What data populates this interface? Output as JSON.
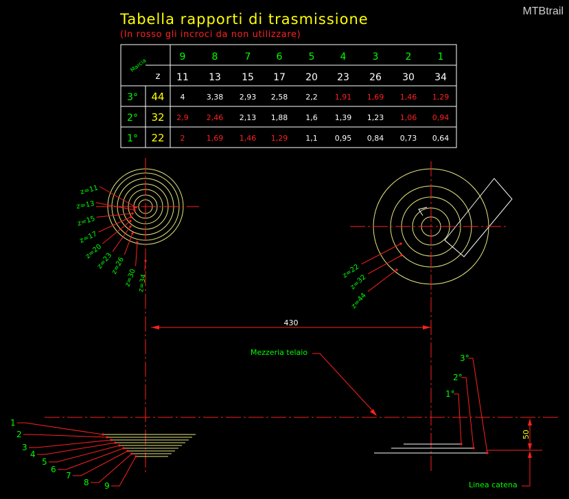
{
  "brand": "MTBtrail",
  "title": "Tabella rapporti di trasmissione",
  "subtitle": "(In rosso gli incroci da non utilizzare)",
  "colors": {
    "yellow": "#ffff00",
    "green": "#00ff00",
    "red": "#ff2020",
    "white": "#ffffff",
    "circle": "#e8e880"
  },
  "table": {
    "corner_label": "Marcia",
    "z_label": "z",
    "gears": [
      "9",
      "8",
      "7",
      "6",
      "5",
      "4",
      "3",
      "2",
      "1"
    ],
    "cog_teeth": [
      "11",
      "13",
      "15",
      "17",
      "20",
      "23",
      "26",
      "30",
      "34"
    ],
    "rows": [
      {
        "gear": "3°",
        "teeth": "44",
        "values": [
          "4",
          "3,38",
          "2,93",
          "2,58",
          "2,2",
          "1,91",
          "1,69",
          "1,46",
          "1,29"
        ],
        "red": [
          false,
          false,
          false,
          false,
          false,
          true,
          true,
          true,
          true
        ]
      },
      {
        "gear": "2°",
        "teeth": "32",
        "values": [
          "2,9",
          "2,46",
          "2,13",
          "1,88",
          "1,6",
          "1,39",
          "1,23",
          "1,06",
          "0,94"
        ],
        "red": [
          true,
          true,
          false,
          false,
          false,
          false,
          false,
          true,
          true
        ]
      },
      {
        "gear": "1°",
        "teeth": "22",
        "values": [
          "2",
          "1,69",
          "1,46",
          "1,29",
          "1,1",
          "0,95",
          "0,84",
          "0,73",
          "0,64"
        ],
        "red": [
          true,
          true,
          true,
          true,
          false,
          false,
          false,
          false,
          false
        ]
      }
    ]
  },
  "cassette_labels": [
    "z=11",
    "z=13",
    "z=15",
    "z=17",
    "z=20",
    "z=23",
    "z=26",
    "z=30",
    "z=34"
  ],
  "chainring_labels": [
    "z=22",
    "z=32",
    "z=44"
  ],
  "dimension_430": "430",
  "mezzeria_label": "Mezzeria telaio",
  "linea_catena_label": "Linea catena",
  "dimension_50": "50",
  "cog_numbers": [
    "1",
    "2",
    "3",
    "4",
    "5",
    "6",
    "7",
    "8",
    "9"
  ],
  "ring_numbers": [
    "1°",
    "2°",
    "3°"
  ]
}
